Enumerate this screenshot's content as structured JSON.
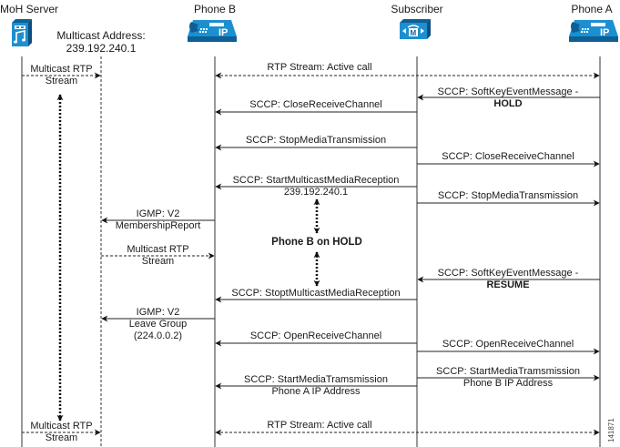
{
  "participants": [
    {
      "id": "moh",
      "name": "MoH Server",
      "icon": "music-server-icon"
    },
    {
      "id": "phoneB",
      "name": "Phone B",
      "icon": "ip-phone-icon"
    },
    {
      "id": "subscriber",
      "name": "Subscriber",
      "icon": "call-manager-icon"
    },
    {
      "id": "phoneA",
      "name": "Phone A",
      "icon": "ip-phone-icon"
    }
  ],
  "multicast_address": {
    "line1": "Multicast Address:",
    "line2": "239.192.240.1"
  },
  "messages": [
    {
      "id": "m1",
      "from": "moh",
      "to": "mcast",
      "style": "dashed",
      "lines": [
        "Multicast RTP",
        "Stream"
      ]
    },
    {
      "id": "m2",
      "from": "phoneB",
      "to": "phoneA",
      "style": "dashed-both",
      "lines": [
        "RTP Stream: Active call"
      ]
    },
    {
      "id": "m3",
      "from": "phoneA",
      "to": "subscriber",
      "style": "solid",
      "lines": [
        "SCCP: SoftKeyEventMessage -",
        "HOLD"
      ]
    },
    {
      "id": "m4",
      "from": "subscriber",
      "to": "phoneB",
      "style": "solid",
      "lines": [
        "SCCP: CloseReceiveChannel"
      ]
    },
    {
      "id": "m5",
      "from": "subscriber",
      "to": "phoneB",
      "style": "solid",
      "lines": [
        "SCCP: StopMediaTransmission"
      ]
    },
    {
      "id": "m6",
      "from": "subscriber",
      "to": "phoneA",
      "style": "solid",
      "lines": [
        "SCCP: CloseReceiveChannel"
      ]
    },
    {
      "id": "m7",
      "from": "subscriber",
      "to": "phoneB",
      "style": "solid",
      "lines": [
        "SCCP: StartMulticastMediaReception",
        "239.192.240.1"
      ]
    },
    {
      "id": "m8",
      "from": "subscriber",
      "to": "phoneA",
      "style": "solid",
      "lines": [
        "SCCP: StopMediaTransmission"
      ]
    },
    {
      "id": "m9",
      "from": "phoneB",
      "to": "mcast",
      "style": "solid",
      "lines": [
        "IGMP: V2",
        "MembershipReport"
      ]
    },
    {
      "id": "m10",
      "from": "mcast",
      "to": "phoneB",
      "style": "dashed",
      "lines": [
        "Multicast RTP",
        "Stream"
      ]
    },
    {
      "id": "m11",
      "from": "phoneA",
      "to": "subscriber",
      "style": "solid",
      "lines": [
        "SCCP: SoftKeyEventMessage -",
        "RESUME"
      ]
    },
    {
      "id": "m12",
      "from": "subscriber",
      "to": "phoneB",
      "style": "solid",
      "lines": [
        "SCCP: StoptMulticastMediaReception"
      ]
    },
    {
      "id": "m13",
      "from": "phoneB",
      "to": "mcast",
      "style": "solid",
      "lines": [
        "IGMP: V2",
        "Leave Group",
        "(224.0.0.2)"
      ]
    },
    {
      "id": "m14",
      "from": "subscriber",
      "to": "phoneB",
      "style": "solid",
      "lines": [
        "SCCP: OpenReceiveChannel"
      ]
    },
    {
      "id": "m15",
      "from": "subscriber",
      "to": "phoneA",
      "style": "solid",
      "lines": [
        "SCCP: OpenReceiveChannel"
      ]
    },
    {
      "id": "m16",
      "from": "subscriber",
      "to": "phoneA",
      "style": "solid",
      "lines": [
        "SCCP: StartMediaTramsmission",
        "Phone B IP Address"
      ]
    },
    {
      "id": "m17",
      "from": "subscriber",
      "to": "phoneB",
      "style": "solid",
      "lines": [
        "SCCP: StartMediaTramsmission",
        "Phone A IP Address"
      ]
    },
    {
      "id": "m18",
      "from": "moh",
      "to": "mcast",
      "style": "dashed",
      "lines": [
        "Multicast RTP",
        "Stream"
      ]
    },
    {
      "id": "m19",
      "from": "phoneB",
      "to": "phoneA",
      "style": "dashed-both",
      "lines": [
        "RTP Stream: Active call"
      ]
    }
  ],
  "hold_note": "Phone B on HOLD",
  "figure_id": "141871",
  "colors": {
    "icon_blue": "#1c8fd0",
    "icon_dark": "#0d5f96",
    "line": "#222222"
  }
}
